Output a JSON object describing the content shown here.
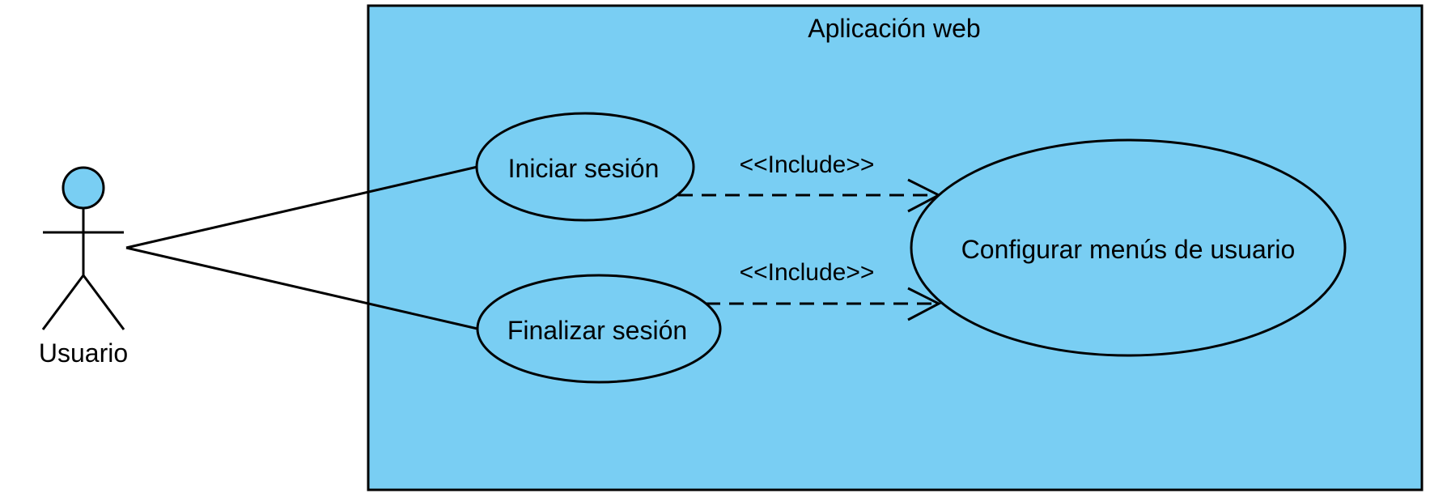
{
  "colors": {
    "fill": "#79CEF3",
    "stroke": "#000000",
    "background": "#FFFFFF"
  },
  "system_boundary": {
    "label": "Aplicación web"
  },
  "actor": {
    "label": "Usuario"
  },
  "use_cases": {
    "login": "Iniciar sesión",
    "logout": "Finalizar sesión",
    "configure": "Configurar menús de usuario"
  },
  "relations": {
    "include_login": "<<Include>>",
    "include_logout": "<<Include>>"
  }
}
